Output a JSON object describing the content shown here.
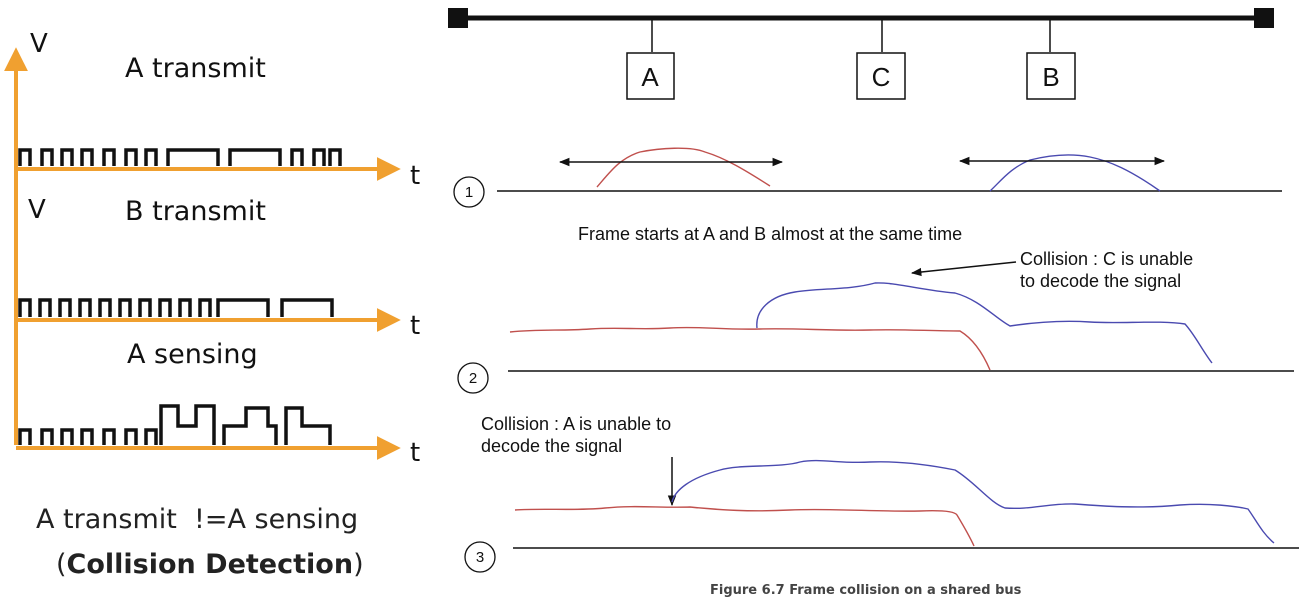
{
  "left_panel": {
    "v_label_1": "V",
    "v_label_2": "V",
    "t_label_1": "t",
    "t_label_2": "t",
    "t_label_3": "t",
    "trace_1_title": "A transmit",
    "trace_2_title": "B transmit",
    "trace_3_title": "A sensing",
    "conclusion_line_1": "A transmit  !=A sensing",
    "conclusion_paren_open": "(",
    "conclusion_bold": "Collision Detection",
    "conclusion_paren_close": ")",
    "axis_color": "#f0a030"
  },
  "bus_diagram": {
    "nodes": [
      "A",
      "C",
      "B"
    ],
    "step_1": "1",
    "step_2": "2",
    "step_3": "3",
    "caption_step_1": "Frame starts at A and B almost at the same time",
    "caption_step_2_line_1": "Collision : C is unable",
    "caption_step_2_line_2": "to decode the signal",
    "caption_step_3_line_1": "Collision : A is unable to",
    "caption_step_3_line_2": "decode the signal",
    "figure_caption": "Figure 6.7 Frame collision on a shared bus",
    "signal_a_color": "#c0504d",
    "signal_b_color": "#4a4ab0"
  }
}
